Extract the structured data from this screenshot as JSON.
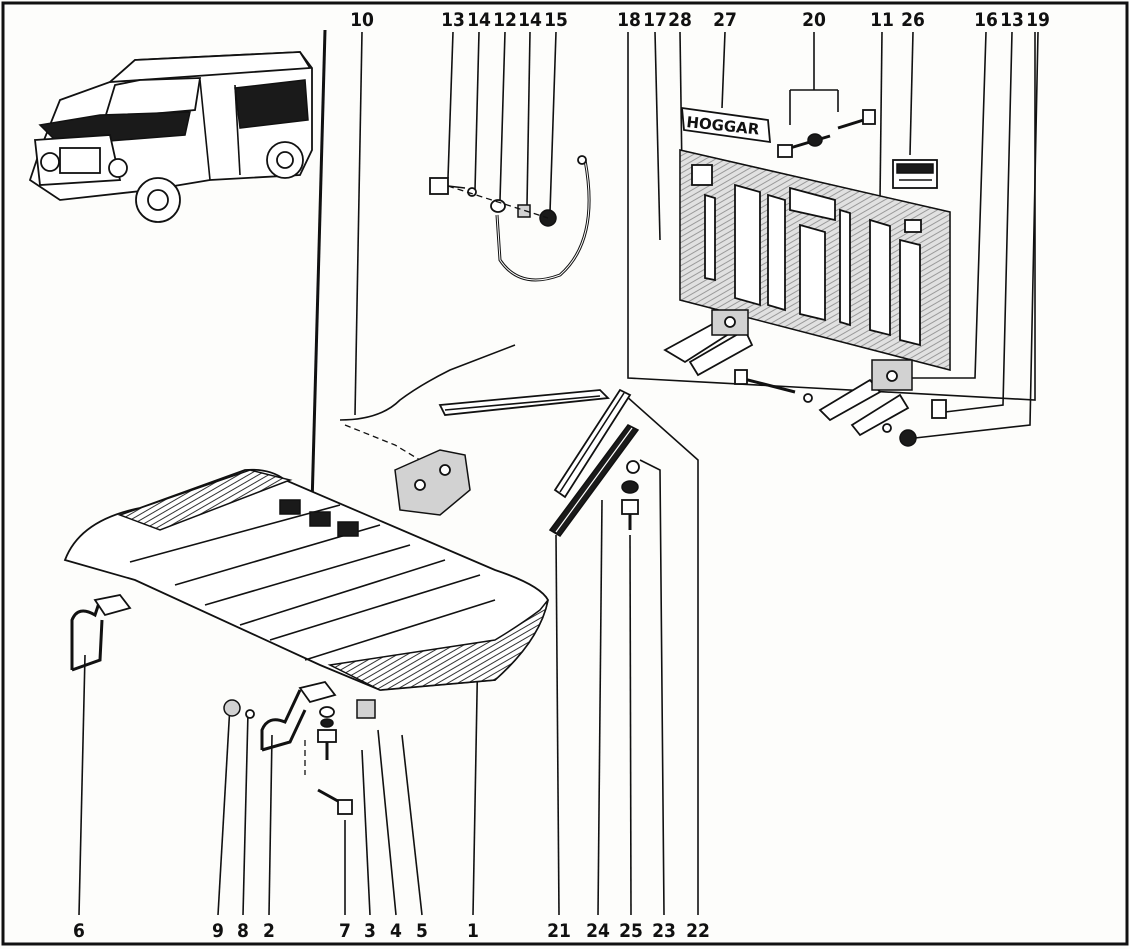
{
  "brand_plate": "HOGGAR",
  "callouts_top": [
    "10",
    "13",
    "14",
    "12",
    "14",
    "15",
    "18",
    "17",
    "28",
    "27",
    "20",
    "11",
    "26",
    "16",
    "13",
    "19"
  ],
  "callouts_bottom": [
    "6",
    "9",
    "8",
    "2",
    "7",
    "3",
    "4",
    "5",
    "1",
    "21",
    "24",
    "25",
    "23",
    "22"
  ]
}
